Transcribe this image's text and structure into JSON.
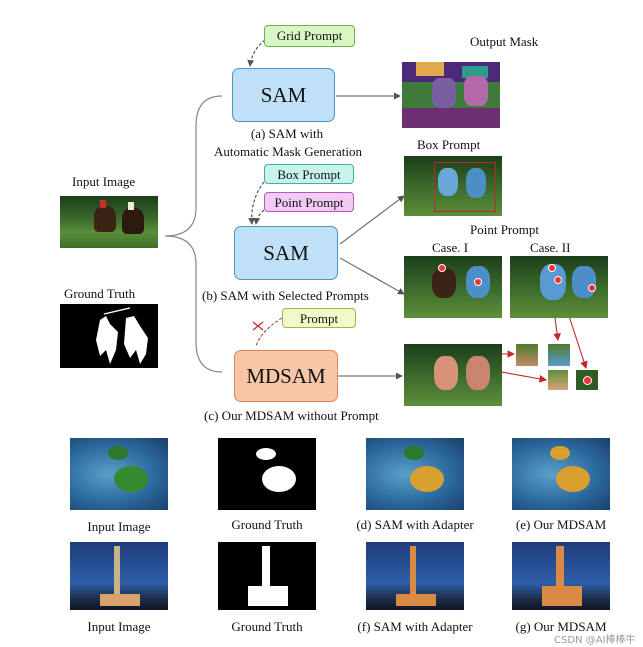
{
  "prompts": {
    "grid": "Grid Prompt",
    "box": "Box Prompt",
    "point": "Point Prompt",
    "prompt": "Prompt"
  },
  "modules": {
    "sam_top": "SAM",
    "sam_mid": "SAM",
    "mdsam": "MDSAM"
  },
  "captions": {
    "a_line1": "(a)   SAM with",
    "a_line2": "Automatic Mask Generation",
    "b": "(b) SAM with Selected Prompts",
    "c": "(c) Our MDSAM without Prompt"
  },
  "left": {
    "input_image": "Input Image",
    "ground_truth": "Ground Truth"
  },
  "right": {
    "output_mask": "Output Mask",
    "box_prompt": "Box Prompt",
    "point_prompt": "Point Prompt",
    "case1": "Case. I",
    "case2": "Case. II"
  },
  "bottom_row1": {
    "input": "Input Image",
    "gt": "Ground Truth",
    "adapter": "(d) SAM with Adapter",
    "ours": "(e) Our MDSAM"
  },
  "bottom_row2": {
    "input": "Input Image",
    "gt": "Ground Truth",
    "adapter": "(f) SAM with Adapter",
    "ours": "(g) Our MDSAM"
  },
  "watermark": "CSDN @AI棒棒牛",
  "colors": {
    "sam_fill": "#bfe0f7",
    "mdsam_fill": "#f7c6a7",
    "grid_prompt": "#d9f7c5",
    "box_prompt": "#c7f3ec",
    "point_prompt": "#f3c9f6",
    "prompt": "#f2f9c8",
    "arrow_red": "#c0282d"
  }
}
